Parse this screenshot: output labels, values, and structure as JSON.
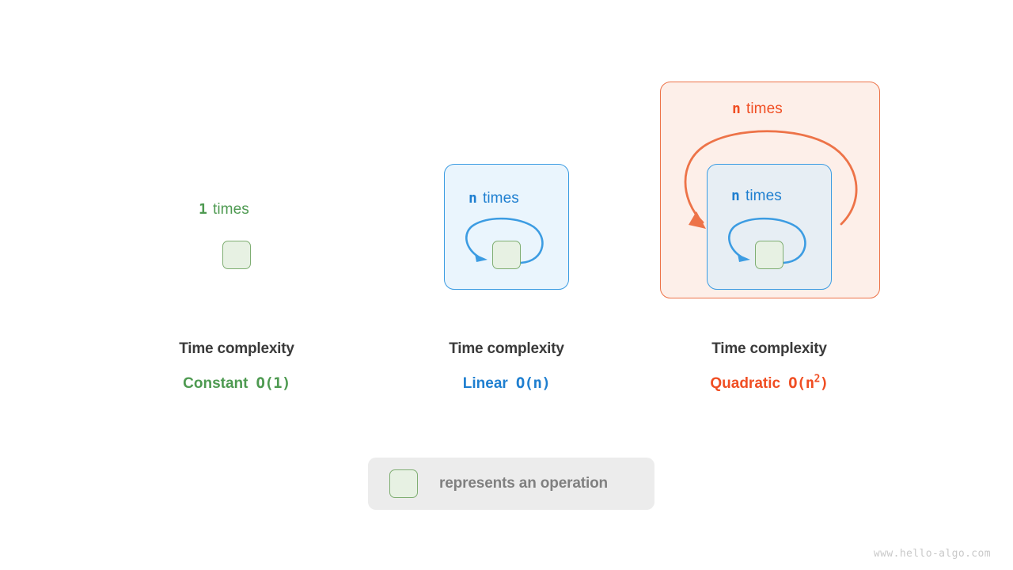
{
  "diagram": {
    "columns": [
      {
        "id": "constant",
        "count_label": "1",
        "count_word": "times",
        "color": "#4e9a51",
        "caption_title": "Time complexity",
        "complexity_name": "Constant",
        "complexity_bigo": "O(1)",
        "bigo_base": "O(1)",
        "bigo_exp": ""
      },
      {
        "id": "linear",
        "count_label": "n",
        "count_word": "times",
        "color": "#1f7fd0",
        "caption_title": "Time complexity",
        "complexity_name": "Linear",
        "complexity_bigo": "O(n)",
        "bigo_base": "O(n)",
        "bigo_exp": ""
      },
      {
        "id": "quadratic",
        "outer_count_label": "n",
        "outer_count_word": "times",
        "inner_count_label": "n",
        "inner_count_word": "times",
        "color": "#f04e23",
        "caption_title": "Time complexity",
        "complexity_name": "Quadratic",
        "complexity_bigo": "O(n2)",
        "bigo_base_open": "O(n",
        "bigo_exp": "2",
        "bigo_base_close": ")"
      }
    ]
  },
  "legend": {
    "swatch_name": "operation-swatch",
    "text": "represents an operation"
  },
  "watermark": {
    "text": "www.hello-algo.com"
  },
  "colors": {
    "green_text": "#4e9a51",
    "green_fill": "#e7f1e3",
    "green_border": "#7fae72",
    "blue_text": "#1f7fd0",
    "blue_fill": "#eaf5fd",
    "blue_fill_nested": "#e7eef4",
    "blue_border": "#3c9ce2",
    "orange_text": "#f04e23",
    "orange_fill": "#fdefe9",
    "orange_border": "#ed7348",
    "caption_title": "#3a3a3a",
    "legend_bg": "#ececec",
    "legend_text": "#808080",
    "watermark": "#c9c9c9",
    "background": "#ffffff"
  }
}
